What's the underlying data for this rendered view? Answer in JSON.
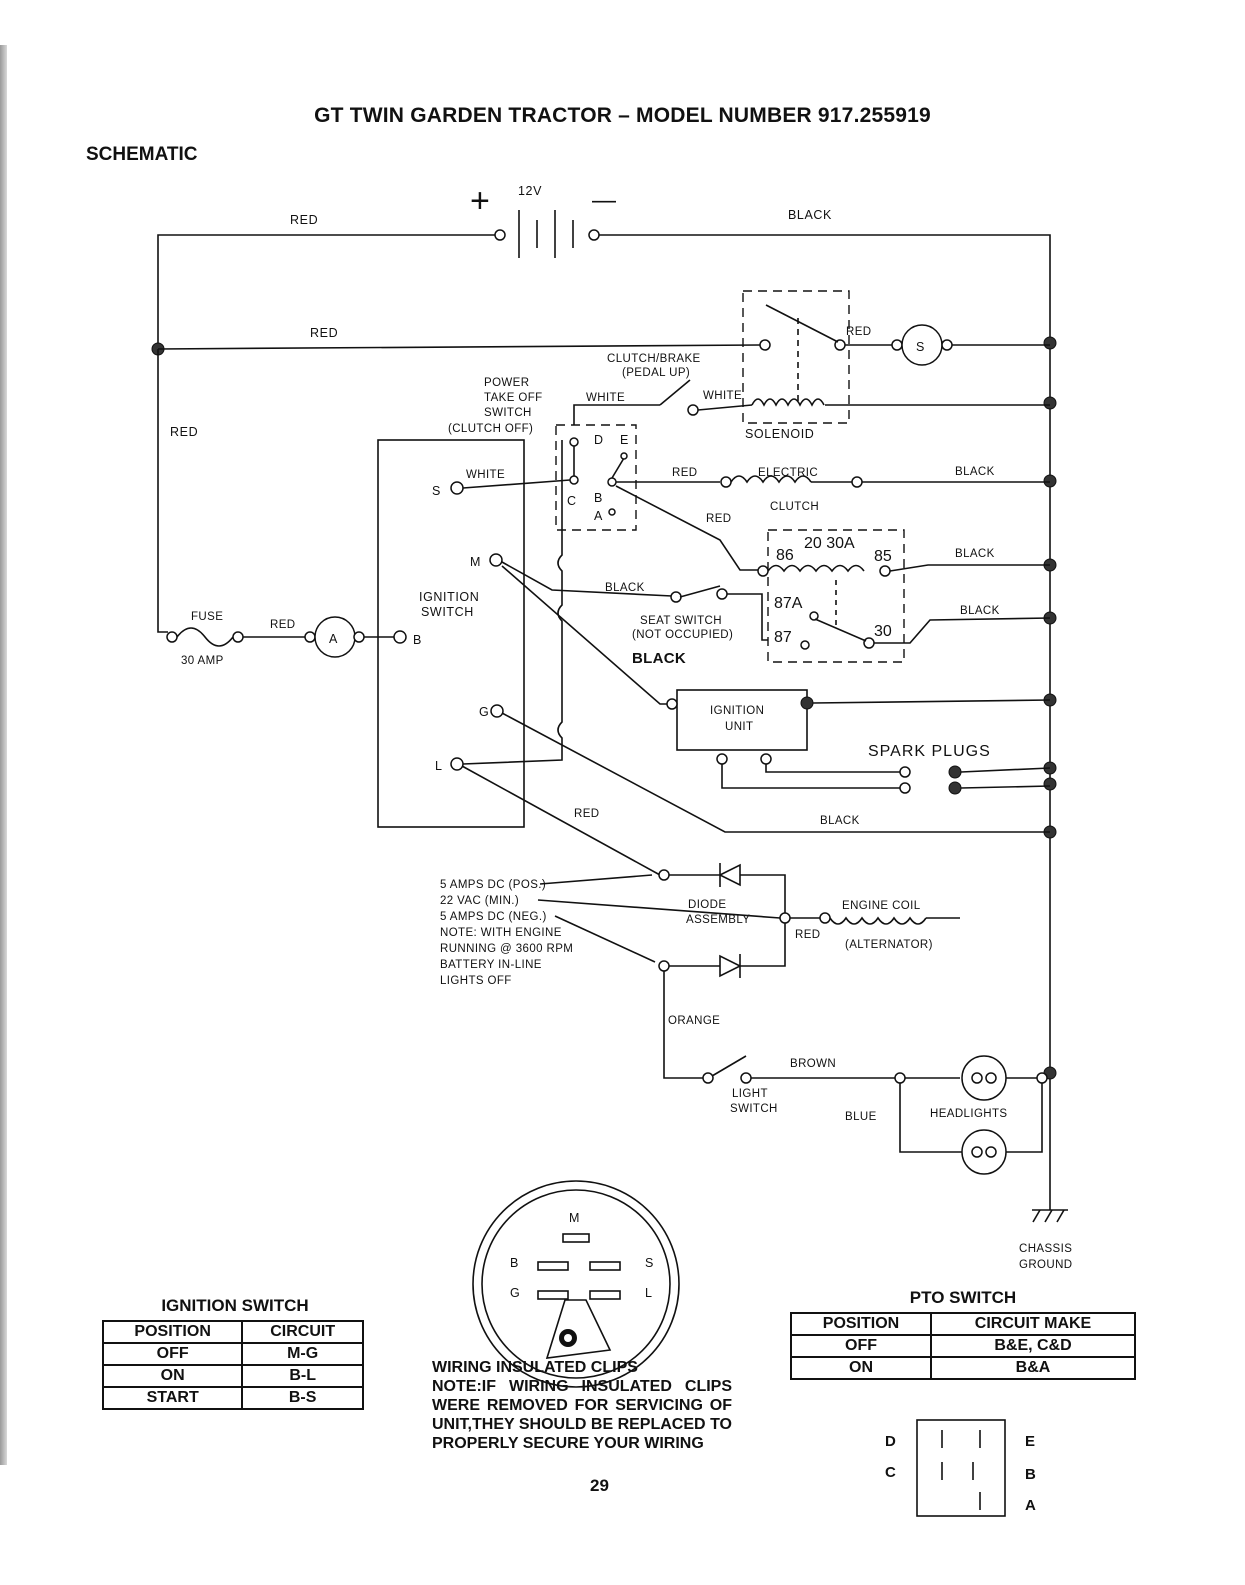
{
  "page": {
    "title": "GT TWIN GARDEN TRACTOR – MODEL NUMBER 917.255919",
    "section": "SCHEMATIC",
    "page_number": "29"
  },
  "battery": {
    "plus": "+",
    "voltage": "12V",
    "minus": "—"
  },
  "wires": {
    "red_top": "RED",
    "black_top": "BLACK",
    "red_mid": "RED",
    "red_left": "RED",
    "red_solenoid": "RED",
    "white_pto": "WHITE",
    "white_solenoid": "WHITE",
    "white_s": "WHITE",
    "red_clutch": "RED",
    "black_clutch": "BLACK",
    "red_relay": "RED",
    "black_relay85": "BLACK",
    "black_seat": "BLACK",
    "black_relay30": "BLACK",
    "black_bold": "BLACK",
    "red_ammeter": "RED",
    "red_diode": "RED",
    "black_g": "BLACK",
    "red_coil": "RED",
    "orange": "ORANGE",
    "brown": "BROWN",
    "blue": "BLUE"
  },
  "components": {
    "clutch_brake": [
      "CLUTCH/BRAKE",
      "(PEDAL UP)"
    ],
    "pto": [
      "POWER",
      "TAKE OFF",
      "SWITCH",
      "(CLUTCH OFF)"
    ],
    "solenoid": "SOLENOID",
    "starter": "S",
    "electric_clutch": [
      "ELECTRIC",
      "CLUTCH"
    ],
    "relay": [
      "86",
      "20 30A",
      "85",
      "87A",
      "87",
      "30"
    ],
    "seat_switch": [
      "SEAT SWITCH",
      "(NOT OCCUPIED)"
    ],
    "ignition_switch": [
      "IGNITION",
      "SWITCH"
    ],
    "ignition_terminals": [
      "S",
      "M",
      "B",
      "G",
      "L"
    ],
    "pto_terminals": [
      "D",
      "E",
      "C",
      "B",
      "A"
    ],
    "fuse": [
      "FUSE",
      "30 AMP"
    ],
    "ammeter": "A",
    "ignition_unit": [
      "IGNITION",
      "UNIT"
    ],
    "spark_plugs": "SPARK PLUGS",
    "diode": [
      "DIODE",
      "ASSEMBLY"
    ],
    "engine_coil": [
      "ENGINE COIL",
      "(ALTERNATOR)"
    ],
    "diode_note": [
      "5 AMPS DC (POS.)",
      "22 VAC (MIN.)",
      "5 AMPS DC (NEG.)",
      "NOTE: WITH ENGINE",
      "RUNNING @ 3600 RPM",
      "BATTERY IN-LINE",
      "LIGHTS OFF"
    ],
    "light_switch": [
      "LIGHT",
      "SWITCH"
    ],
    "headlights": "HEADLIGHTS",
    "chassis_ground": [
      "CHASSIS",
      "GROUND"
    ]
  },
  "ignition_table": {
    "caption": "IGNITION SWITCH",
    "headers": [
      "POSITION",
      "CIRCUIT"
    ],
    "rows": [
      [
        "OFF",
        "M-G"
      ],
      [
        "ON",
        "B-L"
      ],
      [
        "START",
        "B-S"
      ]
    ]
  },
  "connector": {
    "letters": [
      "M",
      "B",
      "S",
      "G",
      "L"
    ]
  },
  "wiring_note": {
    "caption": "WIRING INSULATED CLIPS",
    "text": "NOTE:IF WIRING INSULATED CLIPS WERE REMOVED FOR SERVICING OF UNIT,THEY SHOULD BE REPLACED TO PROPERLY SECURE YOUR WIRING"
  },
  "pto_table": {
    "caption": "PTO SWITCH",
    "headers": [
      "POSITION",
      "CIRCUIT MAKE"
    ],
    "rows": [
      [
        "OFF",
        "B&E, C&D"
      ],
      [
        "ON",
        "B&A"
      ]
    ]
  },
  "pto_diagram": {
    "letters": [
      "D",
      "E",
      "C",
      "B",
      "A"
    ]
  }
}
